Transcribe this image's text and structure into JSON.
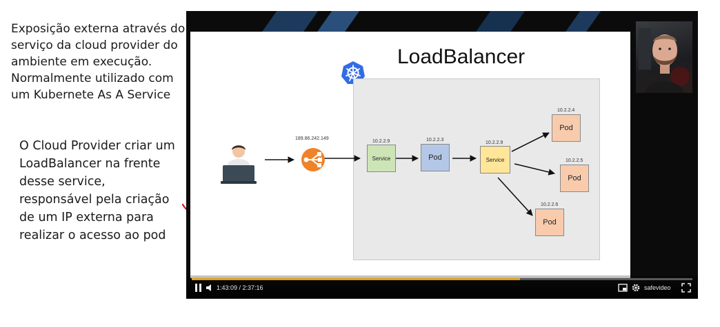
{
  "notes": {
    "top": "Exposição externa através do\nserviço da cloud provider do\nambiente em execução.\nNormalmente utilizado com\num Kubernete As A Service",
    "bottom": "O Cloud Provider criar um\nLoadBalancer na frente\ndesse service,\nresponsável pela criação\nde um IP externa para\nrealizar o acesso ao pod"
  },
  "slide": {
    "title": "LoadBalancer",
    "external_ip": "189.86.242.149",
    "service_1": {
      "ip": "10.2.2.9",
      "label": "Service",
      "color": "#cde5b6"
    },
    "pod_1": {
      "ip": "10.2.2.3",
      "label": "Pod",
      "color": "#b4c7e7"
    },
    "service_2": {
      "ip": "10.2.2.9",
      "label": "Service",
      "color": "#ffe699"
    },
    "pod_2": {
      "ip": "10.2.2.4",
      "label": "Pod",
      "color": "#f8cbad"
    },
    "pod_3": {
      "ip": "10.2.2.5",
      "label": "Pod",
      "color": "#f8cbad"
    },
    "pod_4": {
      "ip": "10.2.2.6",
      "label": "Pod",
      "color": "#f8cbad"
    }
  },
  "player": {
    "time_display": "1:43:09 / 2:37:16",
    "progress": 0.656,
    "brand": "safevideo",
    "icons": [
      "pause-icon",
      "volume-icon",
      "picture-in-picture-icon",
      "gear-icon",
      "safevideo-logo-icon",
      "fullscreen-icon"
    ]
  },
  "colors": {
    "lb_orange": "#f0822a",
    "k8s_blue": "#326ce5",
    "annotation_red": "#e0161e",
    "progress": "#e2a21b"
  }
}
